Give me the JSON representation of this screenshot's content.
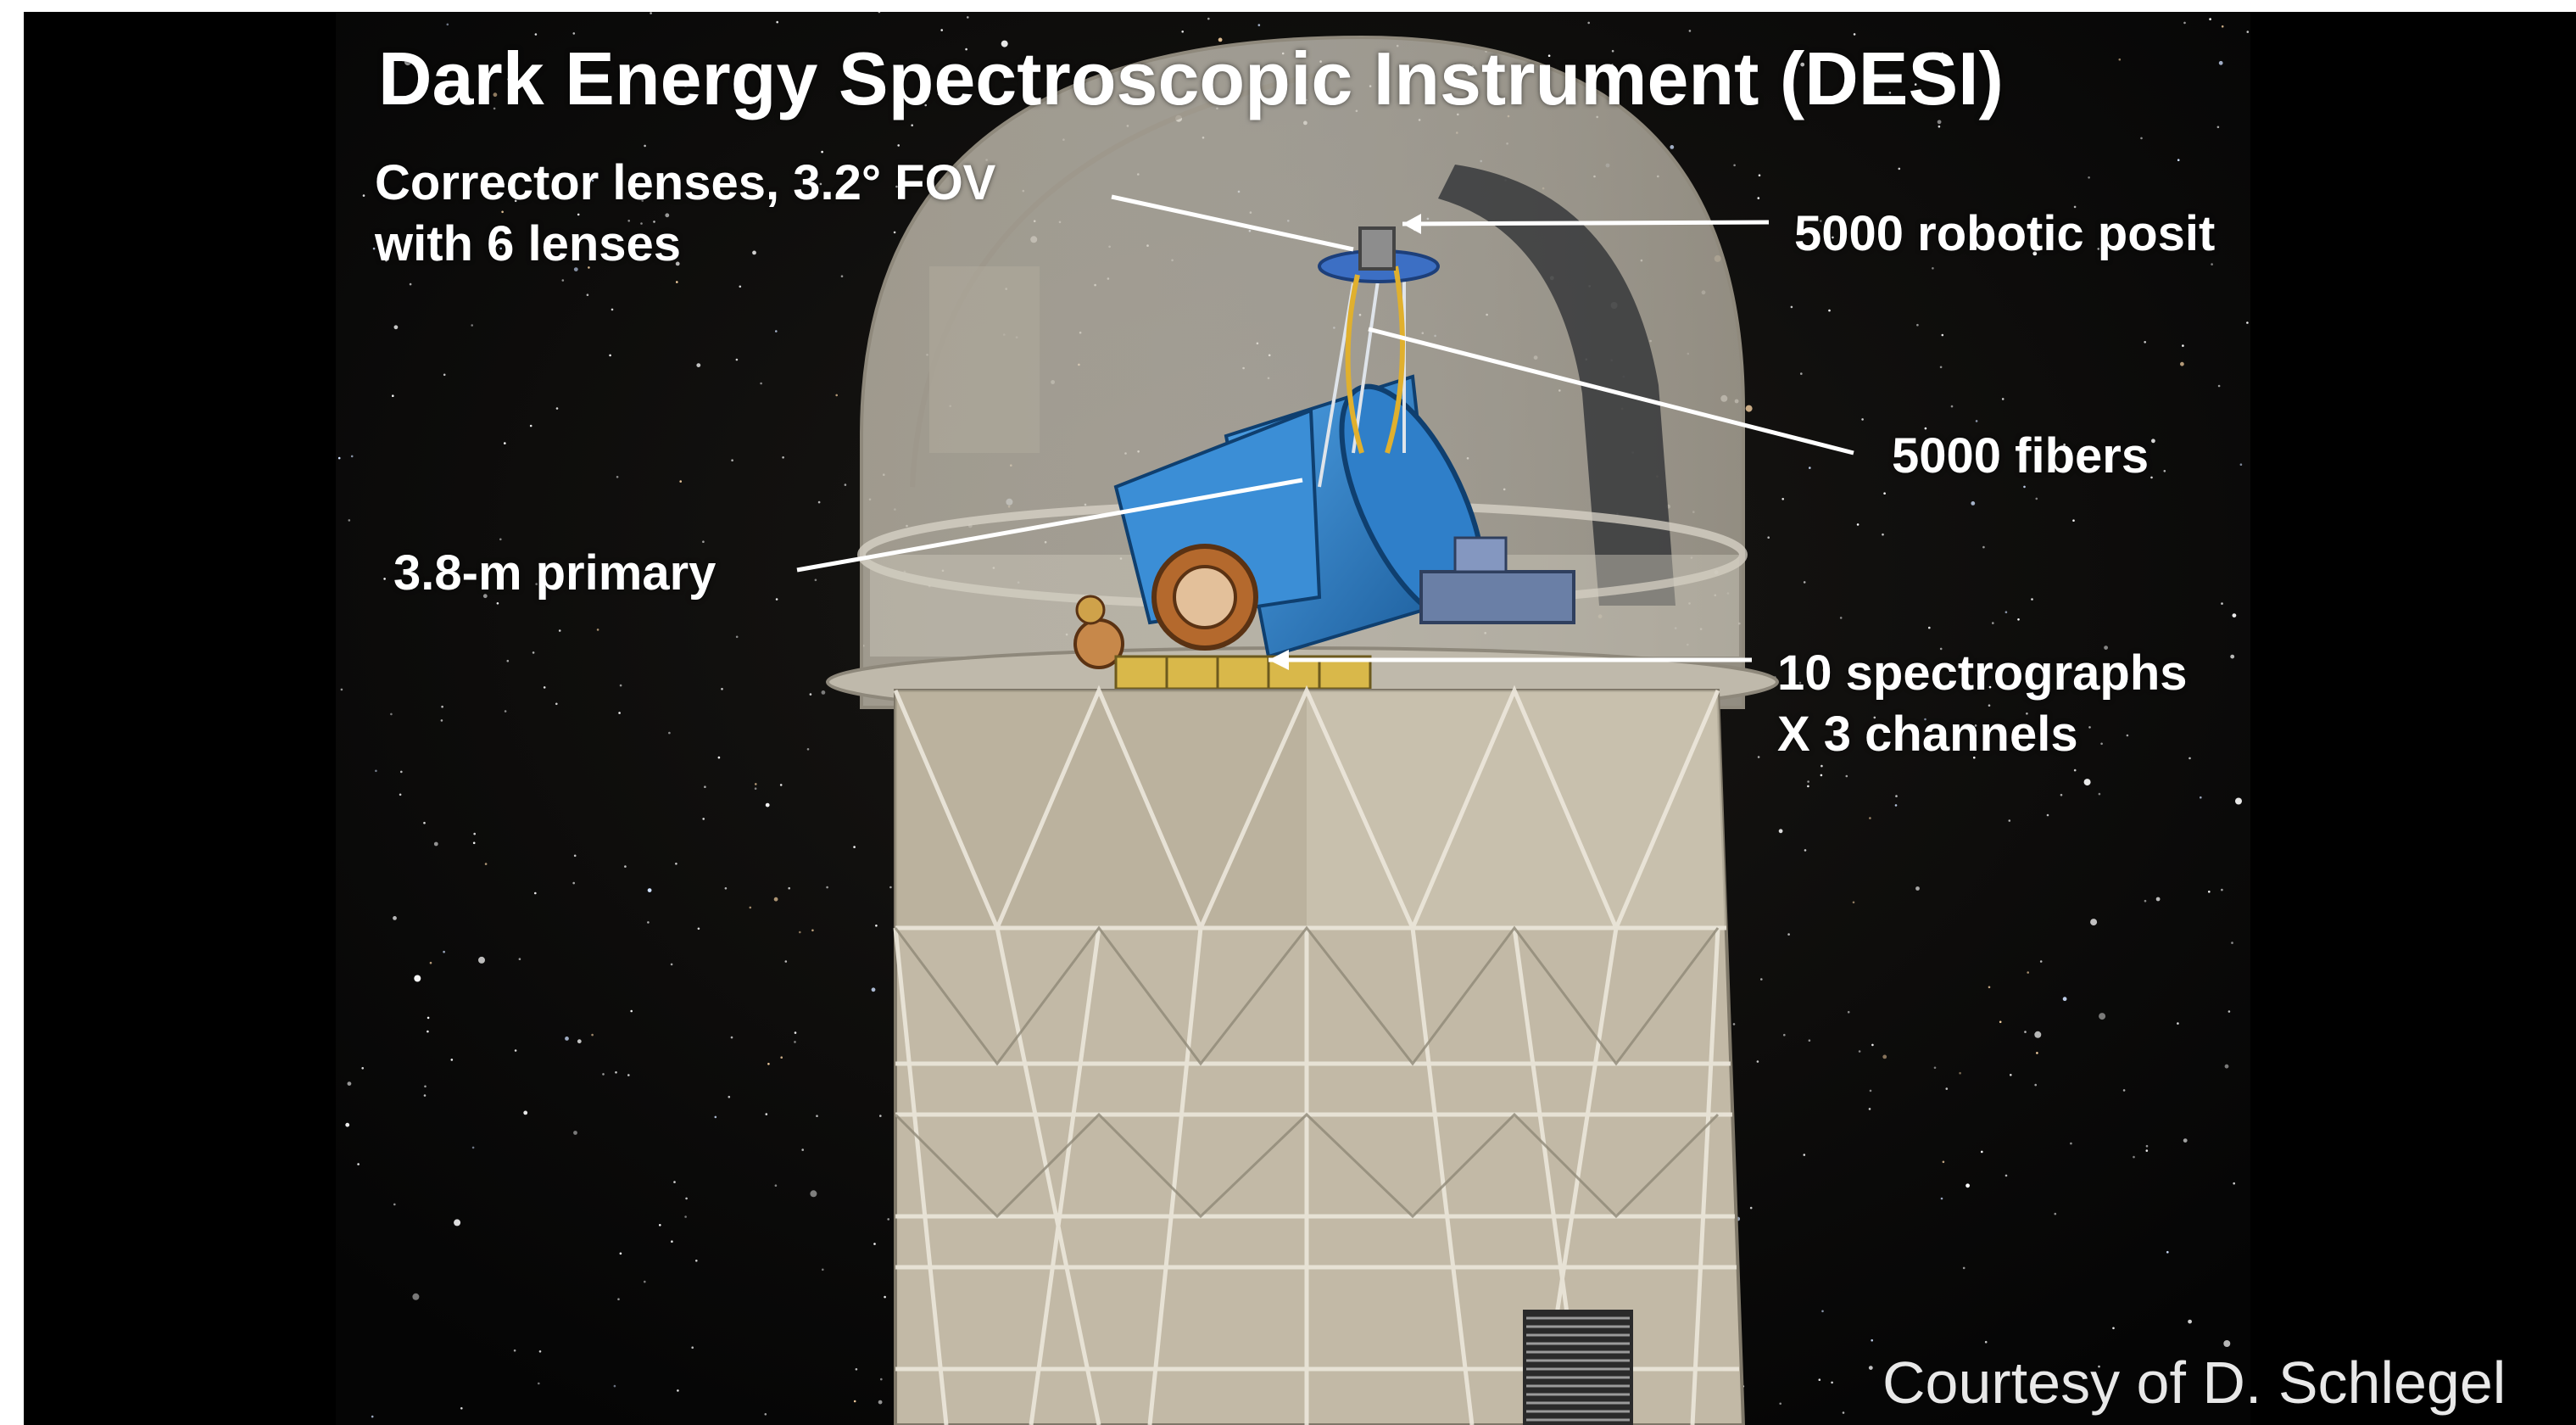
{
  "slide": {
    "title": "Dark Energy Spectroscopic Instrument (DESI)",
    "labels": {
      "corrector_line1": "Corrector lenses, 3.2° FOV",
      "corrector_line2": "with 6 lenses",
      "positioners": "5000 robotic posit",
      "fibers": "5000 fibers",
      "primary": "3.8-m  primary",
      "spectrographs_line1": "10 spectrographs",
      "spectrographs_line2": "X 3 channels"
    },
    "credit": "Courtesy of D. Schlegel"
  },
  "colors": {
    "background": "#000000",
    "label_text": "#ffffff",
    "dome": "#c9c3b4",
    "telescope_blue": "#2f7fc9",
    "building": "#c2b9a6"
  }
}
